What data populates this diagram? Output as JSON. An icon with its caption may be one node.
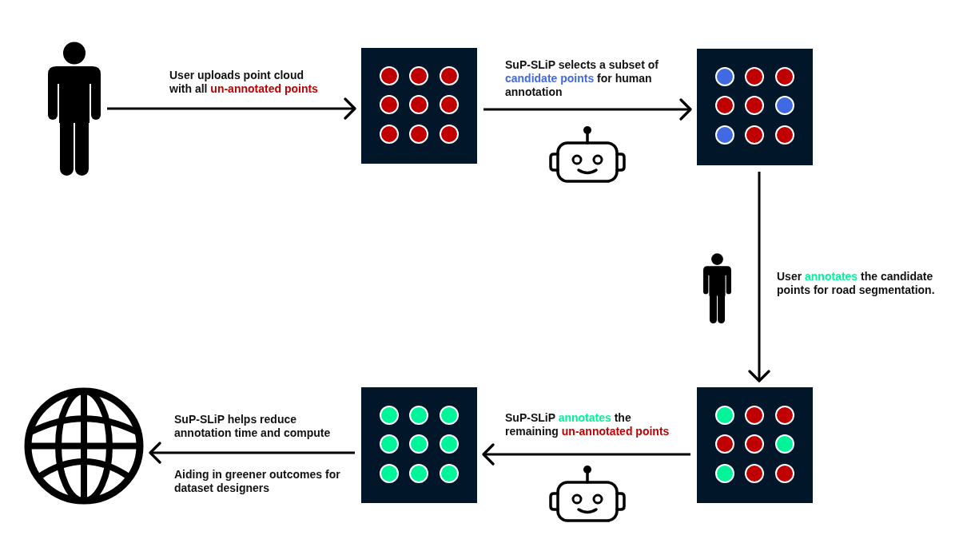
{
  "diagram": {
    "nodes": [
      {
        "text": [],
        "shape": "person"
      },
      {
        "text": [],
        "shape": "box"
      },
      {
        "text": [],
        "shape": "box"
      },
      {
        "text": [],
        "shape": "picture"
      },
      {
        "text": [],
        "shape": "box"
      },
      {
        "text": [],
        "shape": "box"
      }
    ],
    "edges": [
      {
        "from": 0,
        "to": 1,
        "arrow": "to",
        "label": "User uploads point cloud with all **un-annotated points**"
      },
      {
        "from": 1,
        "to": 2,
        "arrow": "to",
        "label": "SuP-SLiP selects a subset of **candidate points** for human annotation"
      },
      {
        "from": 2,
        "to": 5,
        "arrow": "to",
        "label": "User **annotates** the candidate points for road segmentation."
      },
      {
        "from": 5,
        "to": 4,
        "arrow": "to",
        "label": "SuP-SLiP **annotates** the remaining **un-annotated points**"
      },
      {
        "from": 4,
        "to": 3,
        "arrow": "to",
        "label": "SuP-SLiP helps reduce annotation time and compute"
      }
    ],
    "labels": [
      "Aiding in greener outcomes for dataset designers"
    ]
  }
}
